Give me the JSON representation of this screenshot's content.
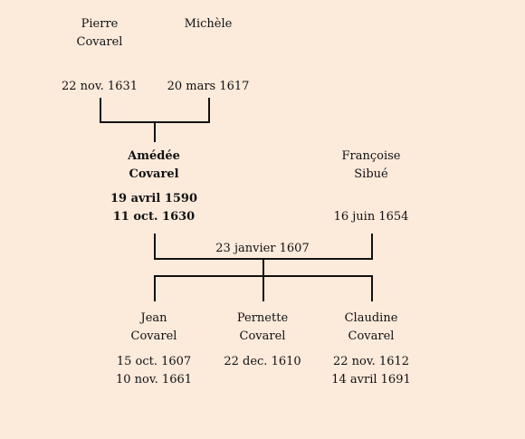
{
  "grandparents": {
    "father": {
      "first": "Pierre",
      "last": "Covarel",
      "death": "22 nov. 1631"
    },
    "mother": {
      "first": "Michèle",
      "death": "20 mars 1617"
    }
  },
  "couple": {
    "husband": {
      "first": "Amédée",
      "last": "Covarel",
      "birth": "19 avril 1590",
      "death": "11 oct. 1630"
    },
    "wife": {
      "first": "Françoise",
      "last": "Sibué",
      "death": "16 juin 1654"
    },
    "marriage_date": "23 janvier 1607"
  },
  "children": [
    {
      "first": "Jean",
      "last": "Covarel",
      "birth": "15 oct. 1607",
      "death": "10 nov. 1661"
    },
    {
      "first": "Pernette",
      "last": "Covarel",
      "date": "22 dec. 1610"
    },
    {
      "first": "Claudine",
      "last": "Covarel",
      "birth": "22 nov. 1612",
      "death": "14 avril 1691"
    }
  ]
}
